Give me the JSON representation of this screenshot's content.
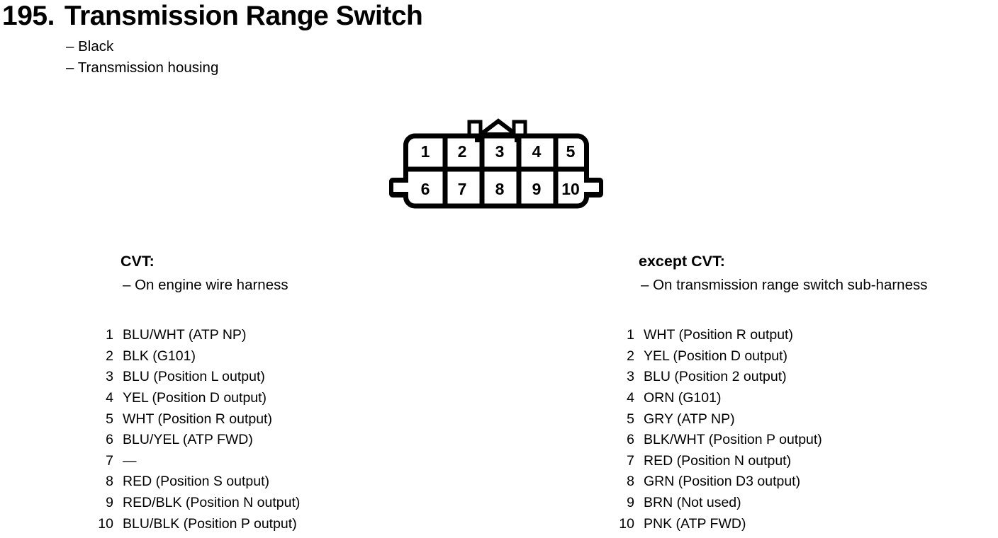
{
  "colors": {
    "ink": "#000000",
    "paper": "#ffffff"
  },
  "page": {
    "index": "195.",
    "title": "Transmission Range Switch",
    "notes": [
      "– Black",
      "– Transmission housing"
    ]
  },
  "connector": {
    "name": "transmission-range-switch-10-pin-connector",
    "top_row": [
      "1",
      "2",
      "3",
      "4",
      "5"
    ],
    "bottom_row": [
      "6",
      "7",
      "8",
      "9",
      "10"
    ]
  },
  "sections": [
    {
      "heading": "CVT:",
      "subnote": "– On engine wire harness",
      "pins": [
        {
          "num": "1",
          "label": "BLU/WHT (ATP NP)"
        },
        {
          "num": "2",
          "label": "BLK (G101)"
        },
        {
          "num": "3",
          "label": "BLU (Position L output)"
        },
        {
          "num": "4",
          "label": "YEL (Position D output)"
        },
        {
          "num": "5",
          "label": "WHT (Position R output)"
        },
        {
          "num": "6",
          "label": "BLU/YEL (ATP FWD)"
        },
        {
          "num": "7",
          "label": "—"
        },
        {
          "num": "8",
          "label": "RED (Position S output)"
        },
        {
          "num": "9",
          "label": "RED/BLK (Position N output)"
        },
        {
          "num": "10",
          "label": "BLU/BLK (Position P output)"
        }
      ]
    },
    {
      "heading": "except CVT:",
      "subnote": "– On transmission range switch sub-harness",
      "pins": [
        {
          "num": "1",
          "label": "WHT (Position R output)"
        },
        {
          "num": "2",
          "label": "YEL (Position D output)"
        },
        {
          "num": "3",
          "label": "BLU (Position 2 output)"
        },
        {
          "num": "4",
          "label": "ORN (G101)"
        },
        {
          "num": "5",
          "label": "GRY (ATP NP)"
        },
        {
          "num": "6",
          "label": "BLK/WHT (Position P output)"
        },
        {
          "num": "7",
          "label": "RED (Position N output)"
        },
        {
          "num": "8",
          "label": "GRN (Position D3 output)"
        },
        {
          "num": "9",
          "label": "BRN (Not used)"
        },
        {
          "num": "10",
          "label": "PNK (ATP FWD)"
        }
      ]
    }
  ]
}
